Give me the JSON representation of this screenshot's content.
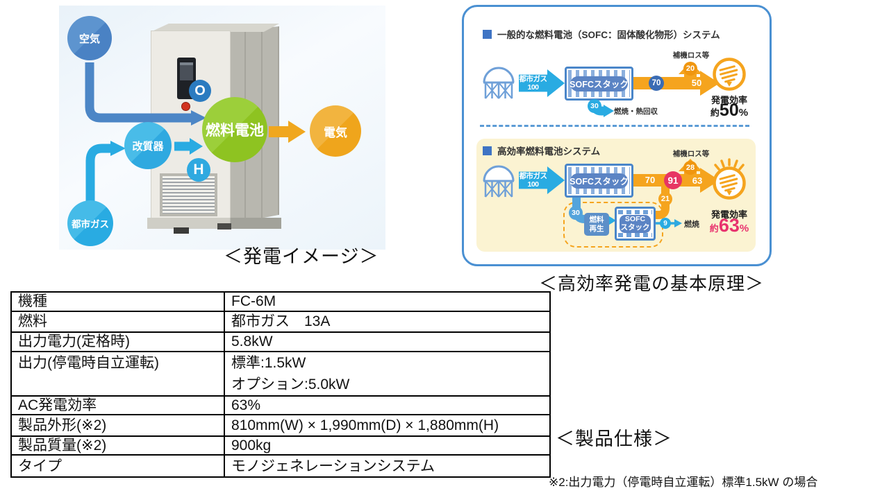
{
  "colors": {
    "blue": "#4a86c9",
    "cyan": "#29abe2",
    "orange": "#f5a41e",
    "pink": "#e73563",
    "navy_badge": "#3a6cb4",
    "yellow_bg": "#fbf3d2",
    "green": "#8ec321",
    "electric_orange": "#efa51c",
    "panel_border": "#4a90d2"
  },
  "gen": {
    "caption": "＜発電イメージ＞",
    "air": "空気",
    "citygas": "都市ガス",
    "reformer": "改質器",
    "fuelcell": "燃料電池",
    "electricity": "電気",
    "o": "O",
    "h": "H"
  },
  "principle": {
    "caption": "＜高効率発電の基本原理＞",
    "sys1": {
      "title": "一般的な燃料電池（SOFC：固体酸化物形）システム",
      "src1": "都市ガス",
      "src2": "100",
      "stack": "SOFCスタック",
      "v70": "70",
      "v50": "50",
      "v20": "20",
      "v30": "30",
      "loss": "補機ロス等",
      "recovery": "燃焼・熱回収",
      "eff_label": "発電効率",
      "eff_approx": "約",
      "eff_val": "50",
      "eff_unit": "%"
    },
    "sys2": {
      "title": "高効率燃料電池システム",
      "src1": "都市ガス",
      "src2": "100",
      "stack": "SOFCスタック",
      "v70": "70",
      "v91": "91",
      "v63": "63",
      "v28": "28",
      "v30": "30",
      "v21": "21",
      "v9": "9",
      "loss": "補機ロス等",
      "regen1": "燃料",
      "regen2": "再生",
      "stack2a": "SOFC",
      "stack2b": "スタック",
      "exhaust": "燃焼",
      "eff_label": "発電効率",
      "eff_approx": "約",
      "eff_val": "63",
      "eff_unit": "%"
    }
  },
  "spec": {
    "caption": "＜製品仕様＞",
    "footnote": "※2:出力電力（停電時自立運転）標準1.5kW の場合",
    "rows": [
      {
        "label": "機種",
        "value": "FC-6M"
      },
      {
        "label": "燃料",
        "value": "都市ガス　13A"
      },
      {
        "label": "出力電力(定格時)",
        "value": "5.8kW"
      },
      {
        "label": "出力(停電時自立運転)",
        "value": "標準:1.5kW",
        "value2": "オプション:5.0kW"
      },
      {
        "label": "AC発電効率",
        "value": "63%"
      },
      {
        "label": "製品外形(※2)",
        "value": "810mm(W) × 1,990mm(D) × 1,880mm(H)"
      },
      {
        "label": "製品質量(※2)",
        "value": "900kg"
      },
      {
        "label": "タイプ",
        "value": "モノジェネレーションシステム"
      }
    ]
  }
}
